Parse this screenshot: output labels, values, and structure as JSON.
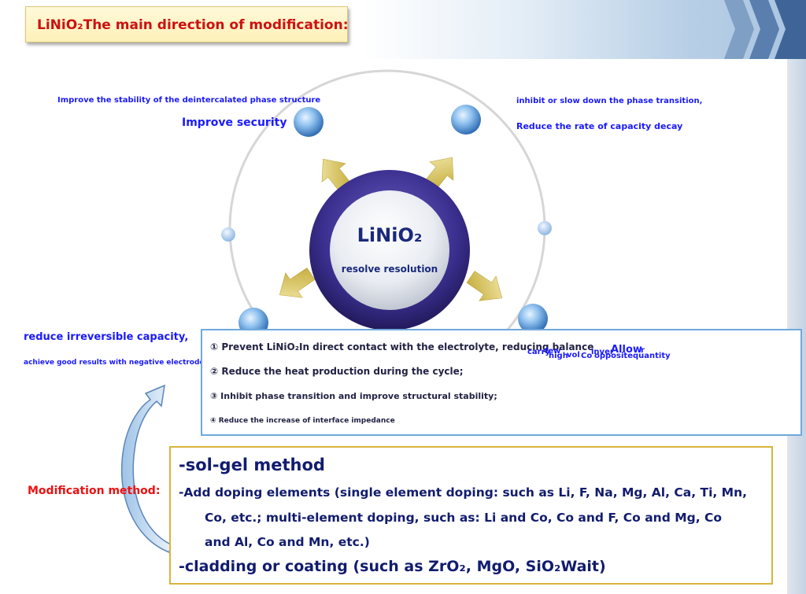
{
  "title": "LiNiO₂The main direction of modification:",
  "center": {
    "title": "LiNiO₂",
    "subtitle": "resolve resolution"
  },
  "top_left": {
    "small": "Improve the stability of the deintercalated phase structure",
    "large": "Improve security"
  },
  "top_right": {
    "line1": "inhibit or slow down the phase transition,",
    "line2": "Reduce the rate of capacity decay"
  },
  "bottom_left": {
    "line1": "reduce irreversible capacity,",
    "line2": "achieve good results with negative electrode materials"
  },
  "bottom_right_overlap": [
    "carry",
    "few",
    "high",
    "vol",
    "Co",
    "opposite",
    "inver",
    "Allow",
    "r",
    "quantity"
  ],
  "list": [
    "① Prevent LiNiO₂In direct contact with the electrolyte, reducing balance",
    "② Reduce the heat production during the cycle;",
    "③ Inhibit phase transition and improve structural stability;",
    "④ Reduce the increase of interface impedance"
  ],
  "modification_label": "Modification method:",
  "methods": {
    "line1": "-sol-gel method",
    "line2": "-Add doping elements (single element doping: such as Li, F, Na, Mg, Al, Ca, Ti, Mn,",
    "line3": "Co, etc.; multi-element doping, such as: Li and Co, Co and F, Co and Mg, Co",
    "line4": "and Al, Co and Mn, etc.)",
    "line5": "-cladding or coating (such as ZrO₂, MgO, SiO₂Wait)"
  },
  "colors": {
    "title_red": "#cc1111",
    "blue_text": "#1a1aff",
    "navy": "#111c6e",
    "ring_purple": "#3a2f8e",
    "arrow_gold": "#c9b43a"
  }
}
